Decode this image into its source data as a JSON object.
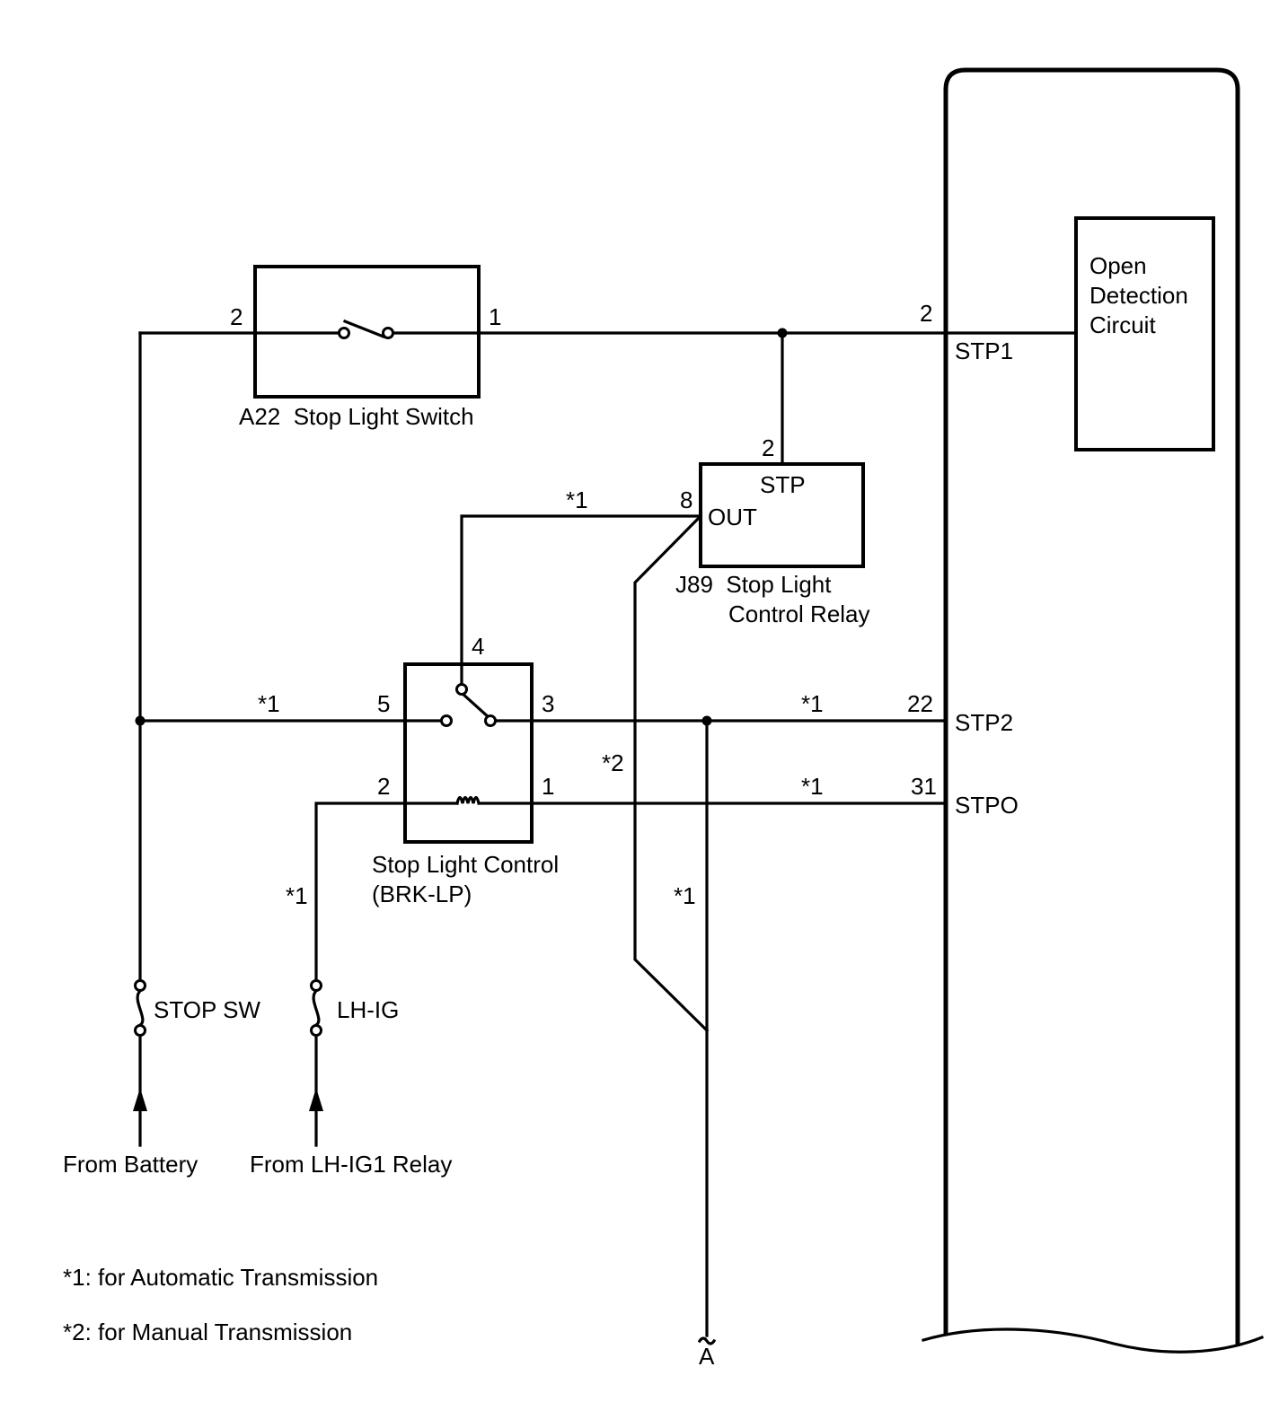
{
  "components": {
    "stop_light_switch": {
      "label": "A22  Stop Light Switch",
      "pin_left": "2",
      "pin_right": "1"
    },
    "stop_light_control_relay": {
      "label_line1": "J89  Stop Light",
      "label_line2": "Control Relay",
      "pin_stp": "2",
      "pin_out": "8",
      "terminal_stp": "STP",
      "terminal_out": "OUT"
    },
    "stop_light_control": {
      "label_line1": "Stop Light Control",
      "label_line2": "(BRK-LP)",
      "pin_4": "4",
      "pin_5": "5",
      "pin_3": "3",
      "pin_2": "2",
      "pin_1": "1"
    },
    "ecu": {
      "open_detection_line1": "Open",
      "open_detection_line2": "Detection",
      "open_detection_line3": "Circuit",
      "stp1_pin": "2",
      "stp1": "STP1",
      "stp2_pin": "22",
      "stp2": "STP2",
      "stpo_pin": "31",
      "stpo": "STPO"
    },
    "fuse_stop_sw": "STOP SW",
    "fuse_lh_ig": "LH-IG"
  },
  "wire_notes": {
    "relay_out_note": "*1",
    "left_5_note": "*1",
    "stp2_note": "*1",
    "stpo_note": "*1",
    "lhig_note": "*1",
    "bypass_note": "*2",
    "vertical_a_note": "*1"
  },
  "sources": {
    "battery": "From Battery",
    "lh_ig1_relay": "From LH-IG1 Relay"
  },
  "connector_a": "A",
  "footnotes": {
    "note1": "*1: for Automatic Transmission",
    "note2": "*2: for Manual Transmission"
  }
}
